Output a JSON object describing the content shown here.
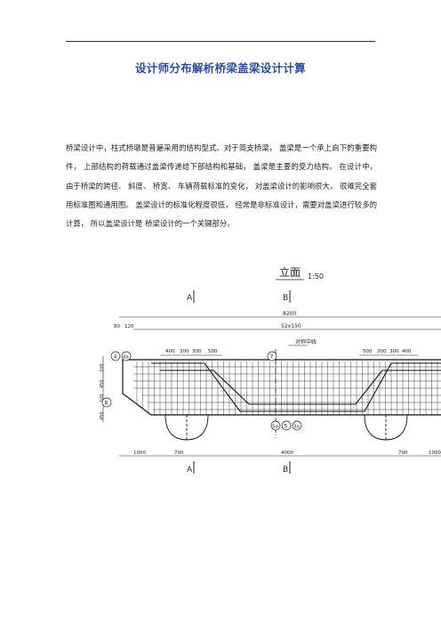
{
  "document": {
    "title": "设计师分布解析桥梁盖梁设计计算",
    "paragraph": "桥梁设计中，柱式桥墩是普遍采用的结构型式。对于简支桥梁， 盖梁是一个承上启下的重要构件， 上部结构的荷载通过盖梁传递给下部结构和基础， 盖梁是主要的受力结构。 在设计中， 由于桥梁的跨径、 斜度、 桥宽、 车辆荷载标准的变化， 对盖梁设计的影响很大， 很难完全套用标准图和通用图。 盖梁设计的标准化程度很低， 经常是非标准设计，需要对盖梁进行较多的计算， 所以盖梁设计是 桥梁设计的一个关键部分。"
  },
  "drawing": {
    "view_title": "立面",
    "scale": "1:50",
    "section_a": "A",
    "section_b": "B",
    "overall_length": "8200",
    "stirrup_spacing": "52x150",
    "end_dims": [
      "80",
      "120"
    ],
    "top_dims_left": [
      "400",
      "300",
      "300",
      "500"
    ],
    "top_dims_right": [
      "500",
      "300",
      "300",
      "400"
    ],
    "center_label": "对称中线",
    "left_heights": [
      "100",
      "450",
      "100",
      "450"
    ],
    "bottom_dims": [
      "1000",
      "700",
      "4000",
      "700",
      "1000"
    ],
    "bubbles": [
      "4",
      "4a",
      "8",
      "7",
      "5a",
      "5",
      "3a"
    ]
  }
}
